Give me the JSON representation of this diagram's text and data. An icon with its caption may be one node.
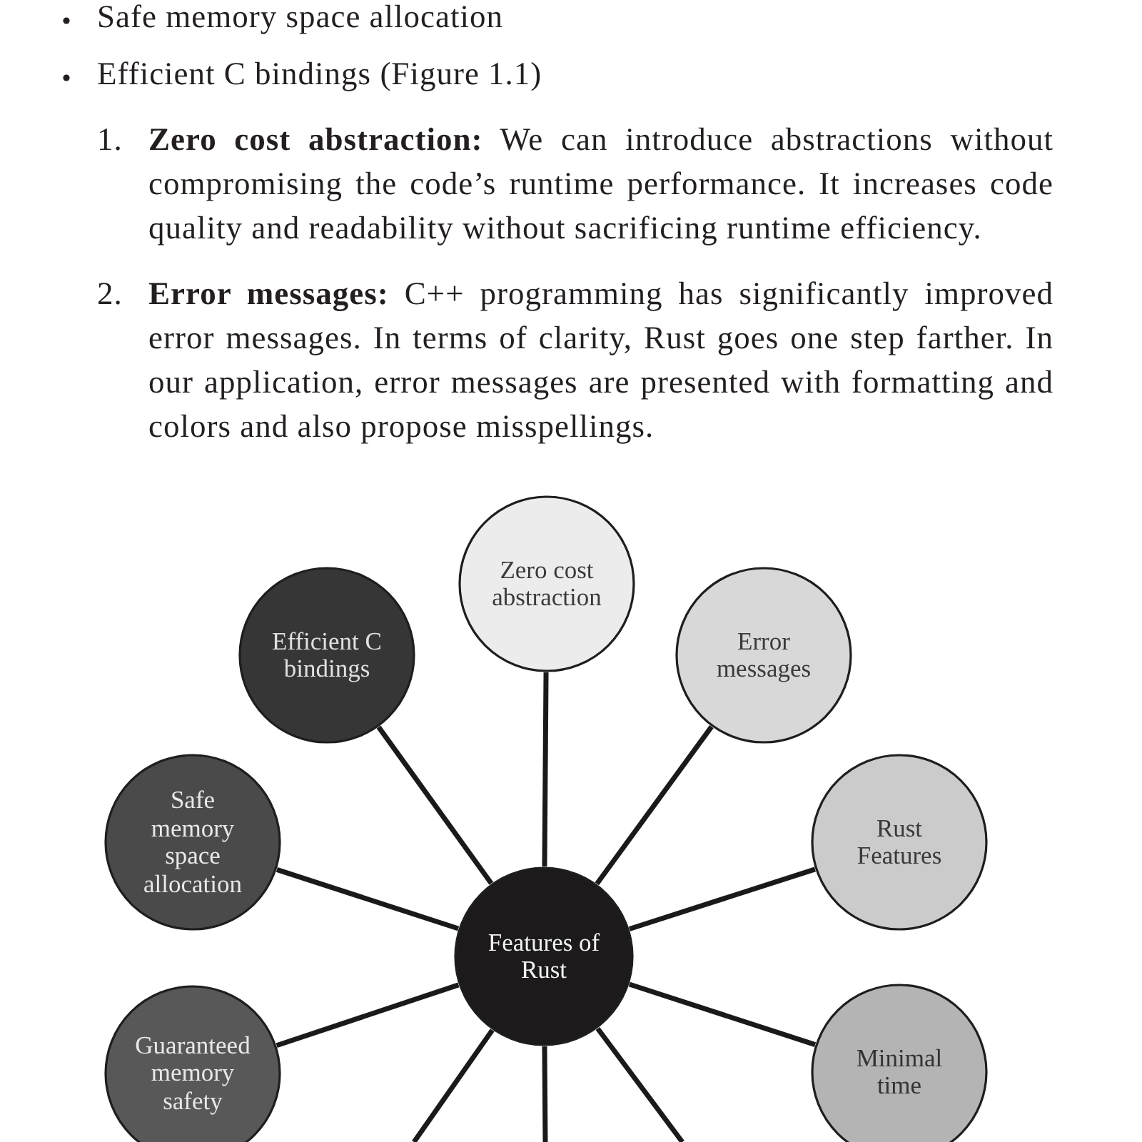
{
  "diagram": {
    "nodes": [
      {
        "text": [
          "Features of Rust"
        ]
      },
      {
        "text": [
          "Zero cost abstraction"
        ]
      },
      {
        "text": [
          "Error messages"
        ]
      },
      {
        "text": [
          "Rust Features"
        ]
      },
      {
        "text": [
          "Minimal time"
        ]
      },
      {
        "text": [
          "Guaranteed memory safety"
        ]
      },
      {
        "text": [
          "Safe memory space allocation"
        ]
      },
      {
        "text": [
          "Efficient C bindings"
        ]
      }
    ],
    "edges": [
      {
        "from": 0,
        "to": 1,
        "arrow": "none"
      },
      {
        "from": 0,
        "to": 2,
        "arrow": "none"
      },
      {
        "from": 0,
        "to": 3,
        "arrow": "none"
      },
      {
        "from": 0,
        "to": 4,
        "arrow": "none"
      },
      {
        "from": 0,
        "to": null,
        "arrow": "none"
      },
      {
        "from": 0,
        "to": null,
        "arrow": "none"
      },
      {
        "from": 0,
        "to": null,
        "arrow": "none"
      },
      {
        "from": 0,
        "to": 5,
        "arrow": "none"
      },
      {
        "from": 0,
        "to": 6,
        "arrow": "none"
      },
      {
        "from": 0,
        "to": 7,
        "arrow": "none"
      }
    ],
    "labels": [
      "Safe memory space allocation",
      "Efficient C bindings (Figure 1.1)",
      "1.",
      "**Zero cost abstraction:** We can introduce abstractions without compromising the code’s runtime performance. It increases code quality and readability without sacrificing runtime efficiency.",
      "2.",
      "**Error messages:** C++ programming has significantly improved error messages. In terms of clarity, Rust goes one step farther. In our application, error messages are presented with formatting and colors and also propose misspellings."
    ]
  }
}
